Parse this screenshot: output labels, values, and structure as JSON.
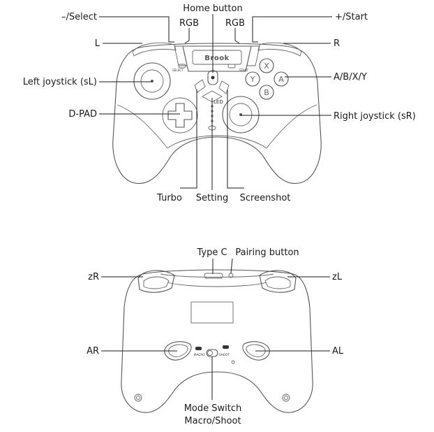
{
  "front_view": {
    "labels": {
      "select": "–/Select",
      "home": "Home button",
      "start": "+/Start",
      "rgb_left": "RGB",
      "rgb_right": "RGB",
      "l": "L",
      "r": "R",
      "left_joystick": "Left joystick (sL)",
      "abxy": "A/B/X/Y",
      "dpad": "D-PAD",
      "right_joystick": "Right joystick (sR)",
      "turbo": "Turbo",
      "setting": "Setting",
      "screenshot": "Screenshot"
    },
    "printed": {
      "brand": "Brook",
      "led": "LED",
      "select_small": "SELECT",
      "start_small": "START",
      "btn_x": "X",
      "btn_y": "Y",
      "btn_a": "A",
      "btn_b": "B"
    }
  },
  "back_view": {
    "labels": {
      "type_c": "Type C",
      "pairing": "Pairing button",
      "zr": "zR",
      "zl": "zL",
      "ar": "AR",
      "al": "AL",
      "mode_switch_line1": "Mode Switch",
      "mode_switch_line2": "Macro/Shoot"
    },
    "printed": {
      "macro_small": "MACRO",
      "shoot_small": "SHOOT"
    }
  }
}
